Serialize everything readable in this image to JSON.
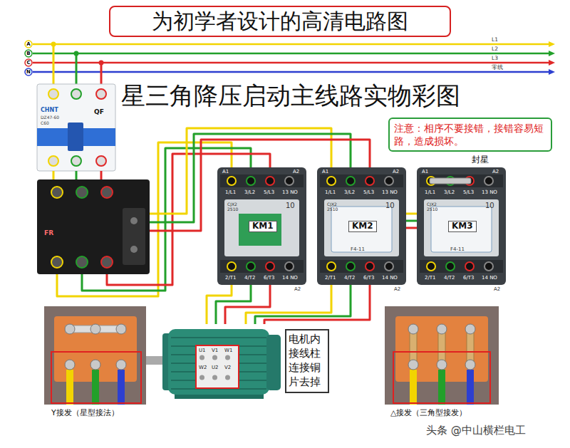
{
  "diagram": {
    "title": "为初学者设计的高清电路图",
    "nodes": [
      {
        "text": [
          "CHNT",
          "DZ47-60",
          "C60",
          "QF"
        ]
      },
      {
        "text": [
          "注意：相序不要接错，接错容易短路，造成损坏。"
        ]
      },
      {
        "text": [
          "FR"
        ]
      },
      {
        "text": [
          "KM1"
        ]
      },
      {
        "text": [
          "KM2"
        ]
      },
      {
        "text": [
          "KM3"
        ]
      },
      {
        "text": [
          "Y接发（星型接法）"
        ]
      },
      {
        "text": [
          "U1",
          "V1",
          "W1",
          "W2",
          "U2",
          "V2"
        ]
      },
      {
        "text": [
          "电机内接线柱连接铜片去掉"
        ]
      },
      {
        "text": [
          "△接发（三角型接发）"
        ]
      }
    ],
    "edges": [
      {
        "from": 0,
        "to": 2,
        "arrow": "none"
      },
      {
        "from": 2,
        "to": 3,
        "arrow": "none"
      },
      {
        "from": 2,
        "to": 4,
        "arrow": "none"
      },
      {
        "from": 3,
        "to": 7,
        "arrow": "none"
      },
      {
        "from": 4,
        "to": 7,
        "arrow": "none"
      },
      {
        "from": 4,
        "to": 5,
        "arrow": "none"
      }
    ],
    "labels": [
      "星三角降压启动主线路实物彩图",
      "A",
      "B",
      "C",
      "N",
      "L1",
      "L2",
      "L3",
      "零线",
      "封星",
      "头条 @中山横栏电工",
      "A1",
      "A2",
      "1/L1",
      "3/L2",
      "5/L3",
      "13 NO",
      "CJX2 2510",
      "10",
      "2/T1",
      "4/T2",
      "6/T3",
      "14 NO",
      "A2",
      "A1",
      "A2",
      "1/L1",
      "3/L2",
      "5/L3",
      "13 NO",
      "CJX2 2510",
      "10",
      "2/T1",
      "4/T2",
      "6/T3",
      "14 NO",
      "A2",
      "A1",
      "A2",
      "1/L1",
      "3/L2",
      "5/L3",
      "13 NO",
      "CJX2 2510",
      "10",
      "2/T1",
      "4/T2",
      "6/T3",
      "14 NO",
      "A2",
      "F4-11",
      "F4-11"
    ]
  }
}
